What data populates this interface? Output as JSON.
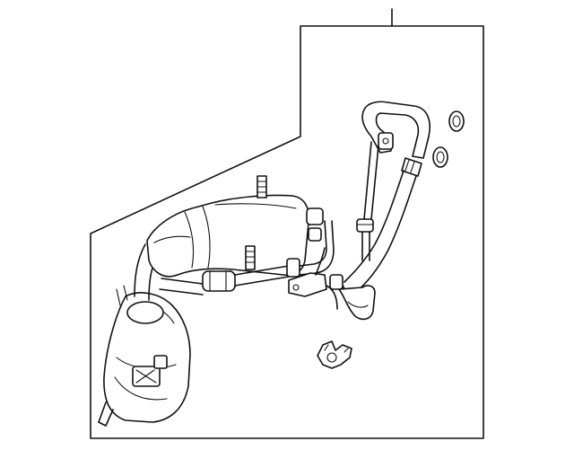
{
  "diagram": {
    "colors": {
      "background": "#ffffff",
      "line": "#111111"
    },
    "parts": [
      "leader-line",
      "callout-frame",
      "suction-hose-assembly",
      "discharge-line",
      "o-ring",
      "o-ring",
      "clip"
    ]
  }
}
